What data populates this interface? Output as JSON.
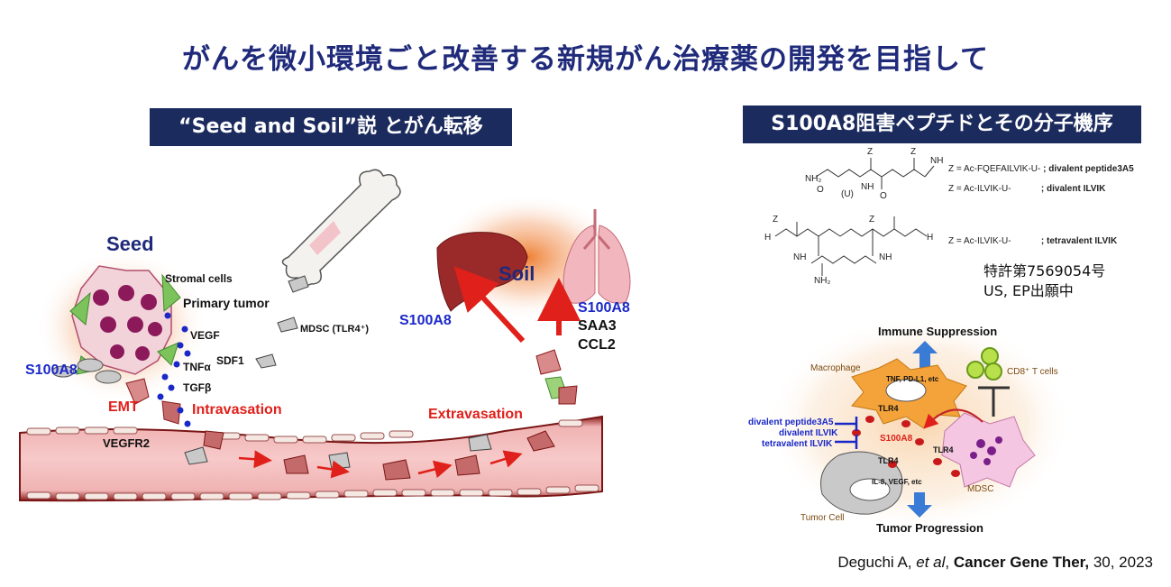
{
  "title": "がんを微小環境ごと改善する新規がん治療薬の開発を目指して",
  "left_panel": {
    "banner": "“Seed and Soil”説 とがん転移",
    "labels": {
      "seed": "Seed",
      "stromal": "Stromal cells",
      "primary": "Primary tumor",
      "vegf": "VEGF",
      "tnf": "TNFα",
      "tgf": "TGFβ",
      "sdf1": "SDF1",
      "s100a8_left": "S100A8",
      "emt": "EMT",
      "intravasation": "Intravasation",
      "vegfr2": "VEGFR2",
      "mdsc_tlr4": "MDSC (TLR4⁺)",
      "soil": "Soil",
      "s100a8_liver": "S100A8",
      "s100a8_lung": "S100A8",
      "saa3": "SAA3",
      "ccl2": "CCL2",
      "extravasation": "Extravasation"
    }
  },
  "right_panel": {
    "banner": "S100A8阻害ペプチドとその分子機序",
    "chem": {
      "z1": "Z = Ac-FQEFAILVIK-U-",
      "d1": "; divalent peptide3A5",
      "z2": "Z = Ac-ILVIK-U-",
      "d2": "; divalent ILVIK",
      "z3": "Z = Ac-ILVIK-U-",
      "d3": "; tetravalent ILVIK",
      "unit": "(U)",
      "nh2": "NH₂",
      "z": "Z",
      "nh": "NH",
      "h": "H",
      "o": "O"
    },
    "patent": "特許第7569054号",
    "patent_status": "US, EP出願中",
    "mechanism": {
      "immune": "Immune Suppression",
      "macrophage": "Macrophage",
      "tnf": "TNF, PD-L1, etc",
      "tlr4_a": "TLR4",
      "cd8": "CD8⁺ T cells",
      "inhib1": "divalent peptide3A5",
      "inhib2": "divalent ILVIK",
      "inhib3": "tetravalent ILVIK",
      "s100a8": "S100A8",
      "tlr4_b": "TLR4",
      "tlr4_c": "TLR4",
      "il8": "IL-8, VEGF, etc",
      "tumor_cell": "Tumor Cell",
      "mdsc": "MDSC",
      "progression": "Tumor Progression"
    }
  },
  "citation": {
    "author": "Deguchi A, ",
    "etal": "et al",
    "sep": ", ",
    "journal": "Cancer Gene Ther,",
    "rest": " 30, 2023"
  }
}
